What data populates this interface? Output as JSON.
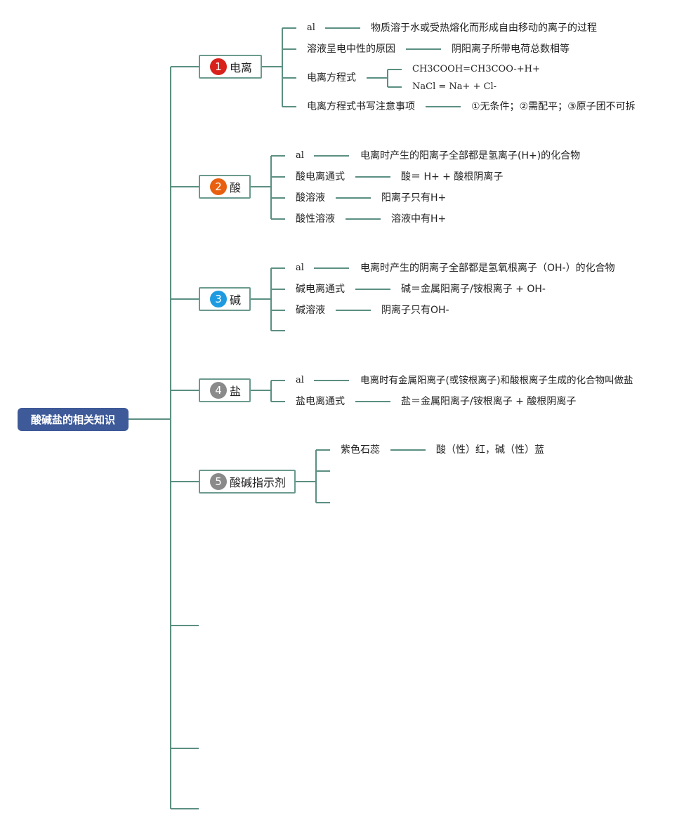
{
  "root": "酸碱盐的相关知识",
  "colors": {
    "line": "#5b8f82",
    "root_bg": "#3e5a98",
    "badge_1": "#d9211b",
    "badge_2": "#e8600f",
    "badge_3": "#1e9be0",
    "badge_4": "#8a8a8a",
    "badge_5": "#8a8a8a"
  },
  "branches": {
    "ionization": {
      "num": "1",
      "label": "电离",
      "items": {
        "i1_key": "al",
        "i1_val": "物质溶于水或受热熔化而形成自由移动的离子的过程",
        "i2_key": "溶液呈电中性的原因",
        "i2_val": "阴阳离子所带电荷总数相等",
        "i3_key": "电离方程式",
        "i3_val_a": "CH3COOH=CH3COO-+H+",
        "i3_val_b": "NaCl = Na+ + Cl-",
        "i4_key": "电离方程式书写注意事项",
        "i4_val": "①无条件；②需配平；③原子团不可拆"
      }
    },
    "acid": {
      "num": "2",
      "label": "酸",
      "items": {
        "i1_key": "al",
        "i1_val": "电离时产生的阳离子全部都是氢离子(H+)的化合物",
        "i2_key": "酸电离通式",
        "i2_val": "酸＝ H+ + 酸根阴离子",
        "i3_key": "酸溶液",
        "i3_val": "阳离子只有H+",
        "i4_key": "酸性溶液",
        "i4_val": "溶液中有H+"
      }
    },
    "base": {
      "num": "3",
      "label": "碱",
      "items": {
        "i1_key": "al",
        "i1_val": "电离时产生的阴离子全部都是氢氧根离子（OH-）的化合物",
        "i2_key": "碱电离通式",
        "i2_val": "碱＝金属阳离子/铵根离子 + OH-",
        "i3_key": "碱溶液",
        "i3_val": "阴离子只有OH-"
      }
    },
    "salt": {
      "num": "4",
      "label": "盐",
      "items": {
        "i1_key": "al",
        "i1_val": "电离时有金属阳离子(或铵根离子)和酸根离子生成的化合物叫做盐",
        "i2_key": "盐电离通式",
        "i2_val": "盐＝金属阳离子/铵根离子 + 酸根阴离子"
      }
    },
    "indicator": {
      "num": "5",
      "label": "酸碱指示剂",
      "items": {
        "i1_key": "紫色石蕊",
        "i1_val": "酸（性）红，碱（性）蓝"
      }
    }
  }
}
